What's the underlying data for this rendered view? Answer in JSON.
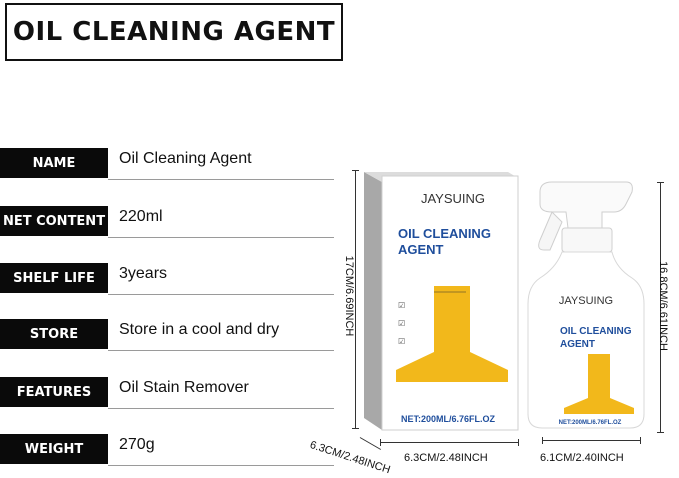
{
  "title": "OIL CLEANING AGENT",
  "specs": [
    {
      "label": "NAME",
      "value": "Oil Cleaning Agent"
    },
    {
      "label": "NET CONTENT",
      "value": "220ml"
    },
    {
      "label": "SHELF LIFE",
      "value": "3years"
    },
    {
      "label": "STORE",
      "value": "Store in a cool and dry"
    },
    {
      "label": "FEATURES",
      "value": "Oil Stain Remover"
    },
    {
      "label": "WEIGHT",
      "value": "270g"
    }
  ],
  "box": {
    "brand": "JAYSUING",
    "product_line1": "OIL CLEANING",
    "product_line2": "AGENT",
    "net": "NET:200ML/6.76FL.OZ",
    "height_dim": "17CM/6.69INCH",
    "width_dim": "6.3CM/2.48INCH",
    "depth_dim": "6.3CM/2.48INCH"
  },
  "bottle": {
    "brand": "JAYSUING",
    "product_line1": "OIL CLEANING",
    "product_line2": "AGENT",
    "net": "NET:200ML/6.76FL.OZ",
    "height_dim": "16.8CM/6.61INCH",
    "width_dim": "6.1CM/2.40INCH"
  },
  "colors": {
    "accent_yellow": "#f2b81b",
    "text_blue": "#1f4e9c",
    "label_bg": "#0a0a0a"
  }
}
